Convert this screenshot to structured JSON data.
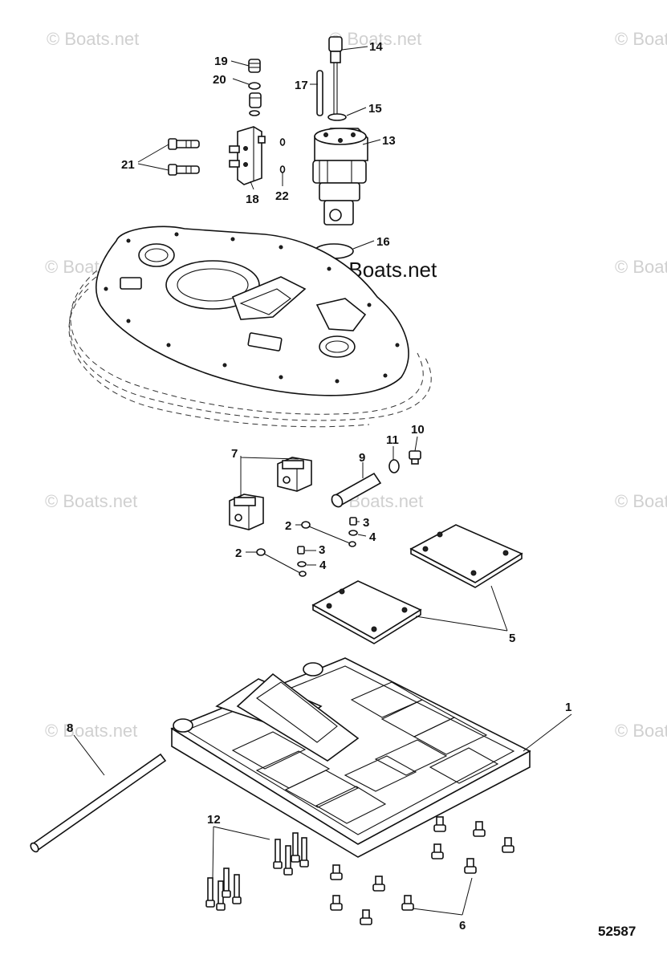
{
  "watermark": {
    "text": "© Boats.net"
  },
  "callouts": [
    "1",
    "2",
    "2",
    "3",
    "3",
    "4",
    "4",
    "5",
    "6",
    "7",
    "8",
    "9",
    "10",
    "11",
    "12",
    "13",
    "14",
    "15",
    "16",
    "17",
    "18",
    "19",
    "20",
    "21",
    "22"
  ],
  "diagram_number": "52587"
}
